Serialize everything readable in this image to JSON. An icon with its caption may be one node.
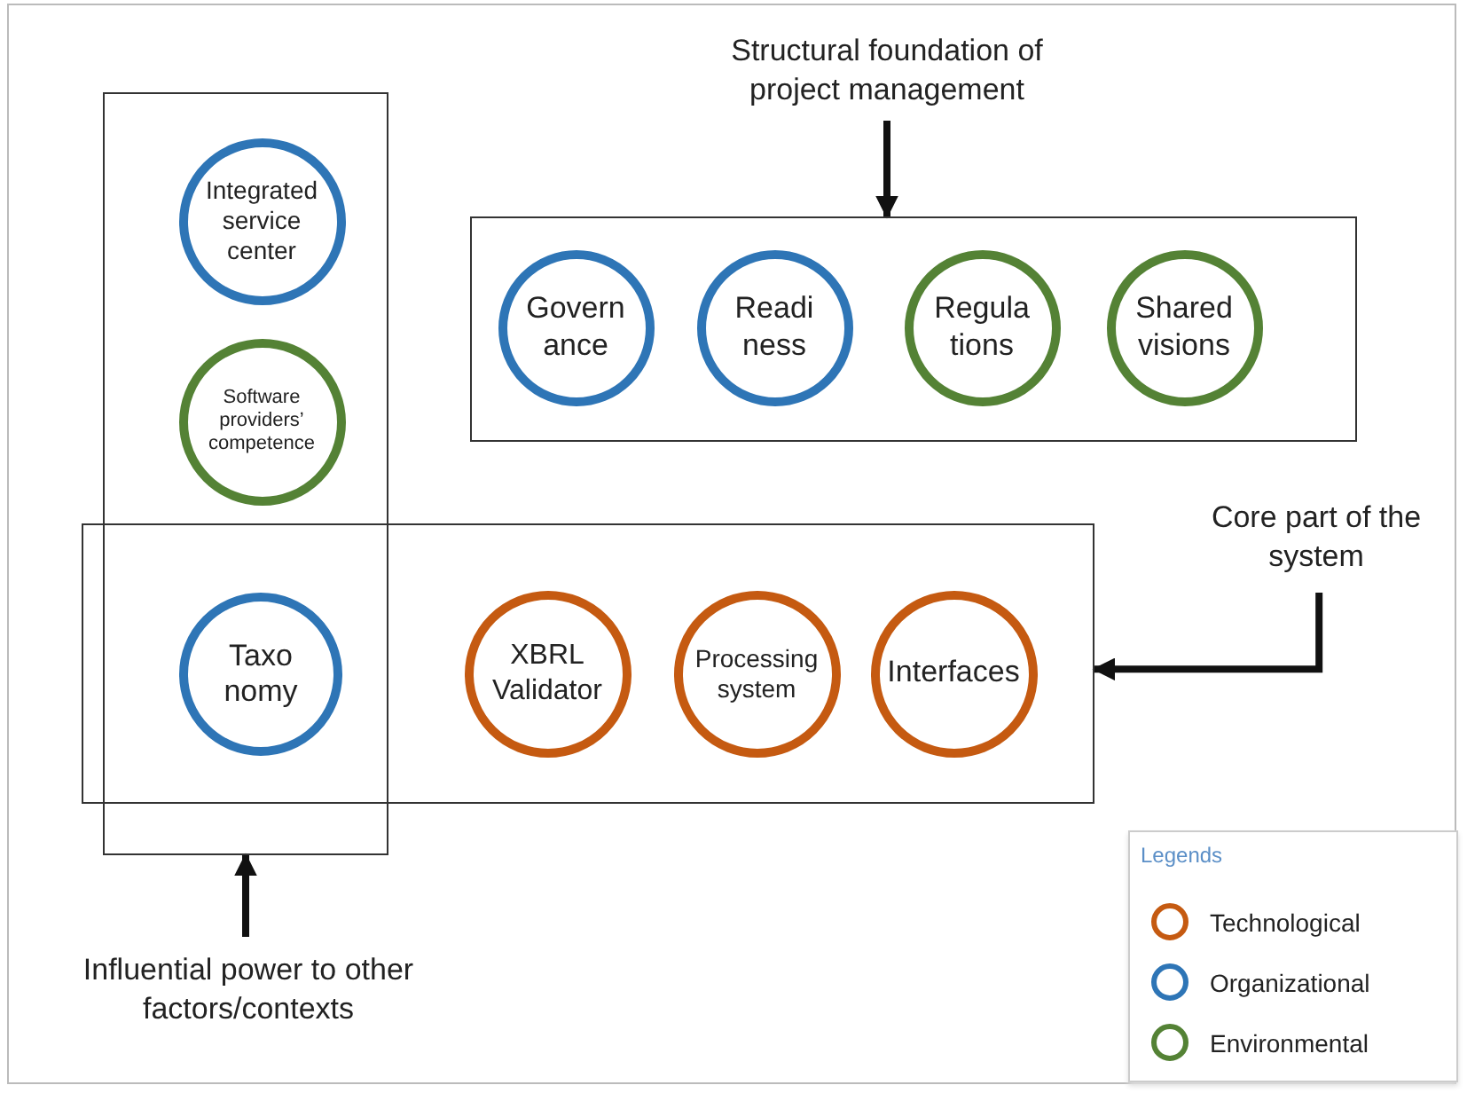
{
  "diagram": {
    "nodes": [
      {
        "text": [],
        "shape": "box"
      },
      {
        "text": [
          "Integrated service center"
        ],
        "in": 0
      },
      {
        "text": [
          "Software providers’ competence"
        ],
        "in": 0
      },
      {
        "text": [
          "Structural foundation of project management"
        ]
      },
      {
        "text": [],
        "shape": "box"
      },
      {
        "text": [
          "Govern ance"
        ],
        "in": 4
      },
      {
        "text": [
          "Readi ness"
        ],
        "in": 4
      },
      {
        "text": [
          "Regula tions"
        ],
        "in": 4
      },
      {
        "text": [
          "Shared visions"
        ],
        "in": 4
      },
      {
        "text": [
          "Core part of the system"
        ]
      },
      {
        "text": [],
        "shape": "box"
      },
      {
        "text": [
          "Taxo nomy"
        ]
      },
      {
        "text": [
          "XBRL Validator"
        ],
        "in": 10
      },
      {
        "text": [
          "Processing system"
        ],
        "in": 10
      },
      {
        "text": [
          "Interfaces"
        ],
        "in": 10
      },
      {
        "text": [
          "Influential power to other factors/contexts"
        ]
      }
    ],
    "edges": [
      {
        "from": 3,
        "to": 4,
        "arrow": "to"
      },
      {
        "from": 9,
        "to": 10,
        "arrow": "to"
      },
      {
        "from": 15,
        "to": 0,
        "arrow": "to"
      }
    ],
    "labels": [
      "Legends"
    ],
    "legend": [
      {
        "text": "Technological",
        "color": "#c55a11"
      },
      {
        "text": "Organizational",
        "color": "#2e75b6"
      },
      {
        "text": "Environmental",
        "color": "#548235"
      }
    ]
  }
}
